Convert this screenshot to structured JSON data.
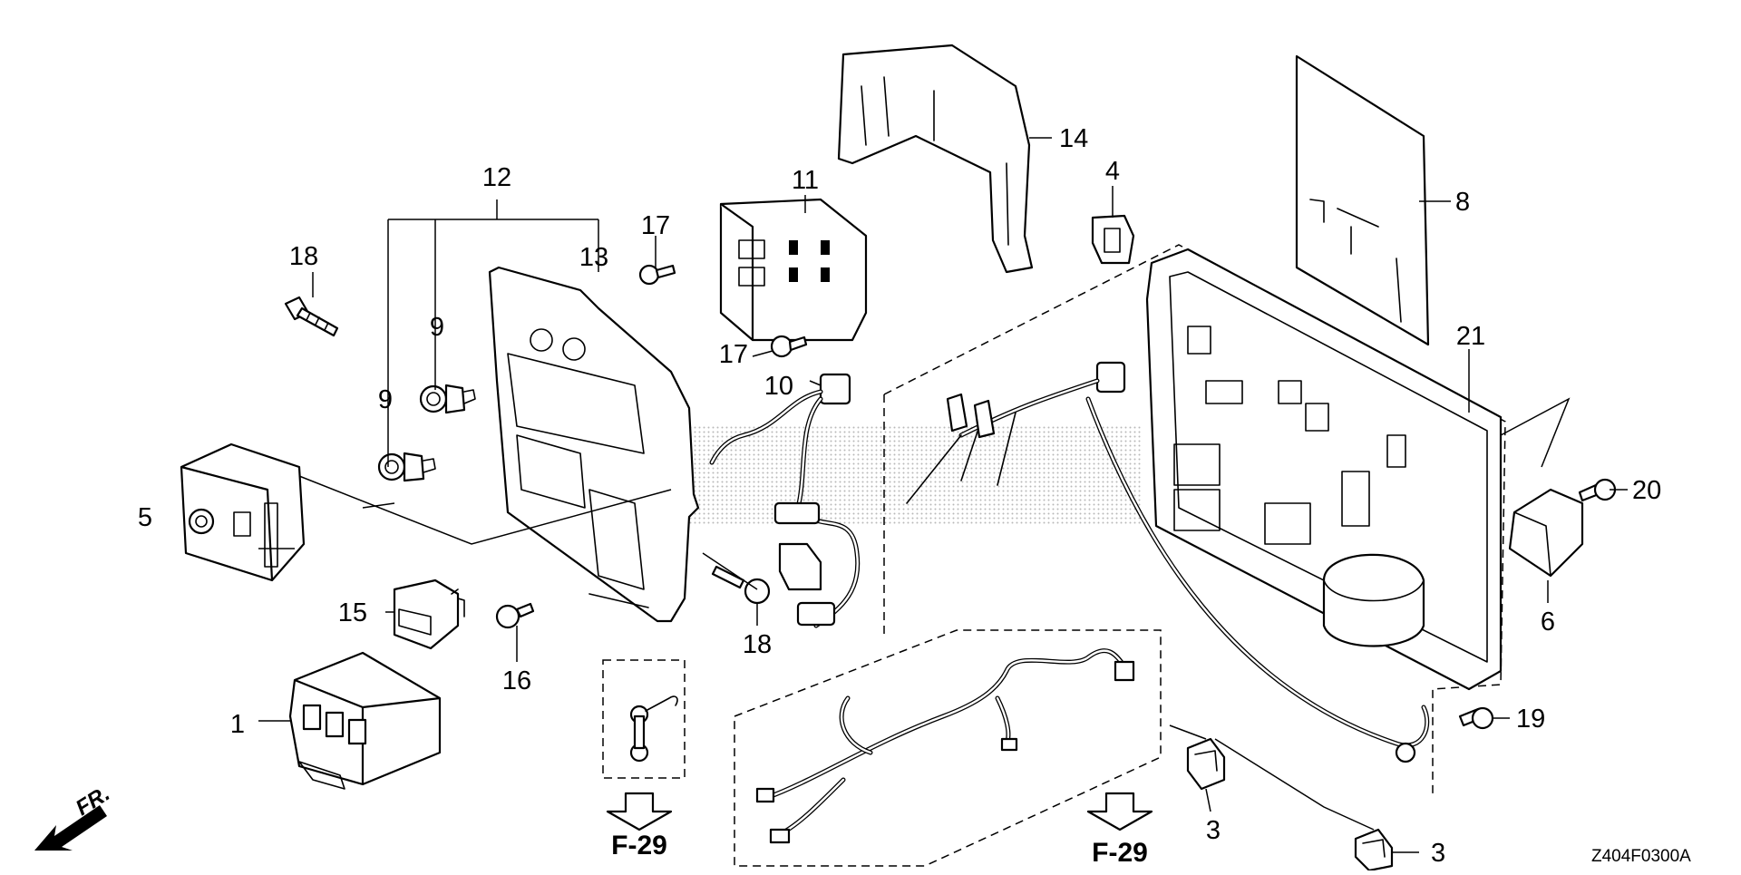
{
  "diagram": {
    "part_labels": {
      "p1": "1",
      "p3a": "3",
      "p3b": "3",
      "p4": "4",
      "p5": "5",
      "p6": "6",
      "p8": "8",
      "p9a": "9",
      "p9b": "9",
      "p10": "10",
      "p11": "11",
      "p12": "12",
      "p13": "13",
      "p14": "14",
      "p15": "15",
      "p16": "16",
      "p17a": "17",
      "p17b": "17",
      "p18a": "18",
      "p18b": "18",
      "p19": "19",
      "p20": "20",
      "p21": "21"
    },
    "references": {
      "left": "F-29",
      "right": "F-29"
    },
    "direction_label": "FR.",
    "diagram_code": "Z404F0300A"
  }
}
